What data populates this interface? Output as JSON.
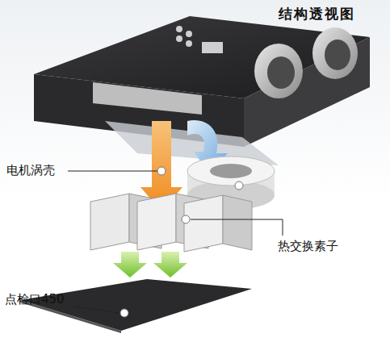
{
  "diagram": {
    "title": "结构透视图",
    "labels": [
      "电机涡壳",
      "热交换素子",
      "点检口450"
    ]
  }
}
